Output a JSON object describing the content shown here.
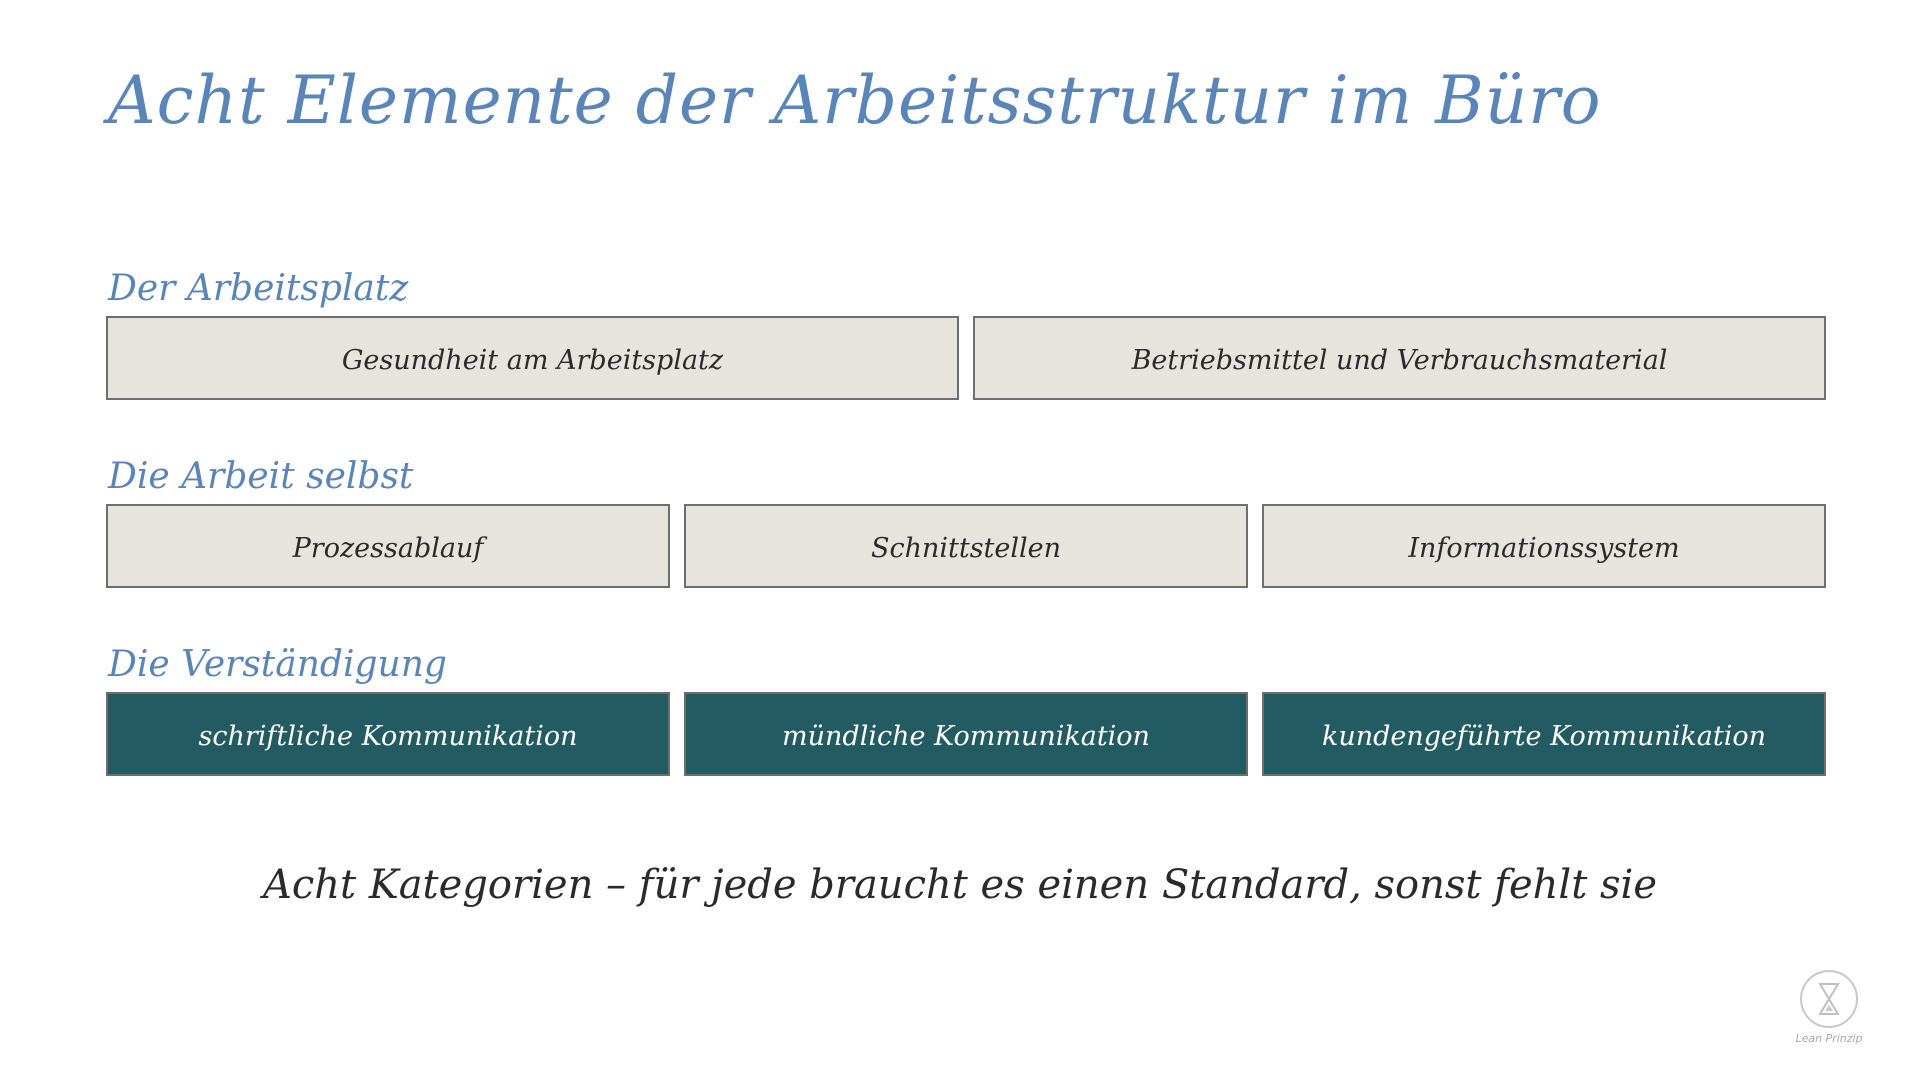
{
  "title": "Acht Elemente der Arbeitsstruktur im Büro",
  "sections": [
    {
      "label": "Der Arbeitsplatz",
      "items": [
        "Gesundheit am Arbeitsplatz",
        "Betriebsmittel und Verbrauchsmaterial"
      ]
    },
    {
      "label": "Die Arbeit selbst",
      "items": [
        "Prozessablauf",
        "Schnittstellen",
        "Informationssystem"
      ]
    },
    {
      "label": "Die Verständigung",
      "items": [
        "schriftliche Kommunikation",
        "mündliche Kommunikation",
        "kundengeführte Kommunikation"
      ]
    }
  ],
  "summary": "Acht Kategorien – für jede braucht es einen Standard, sonst fehlt sie",
  "logo": {
    "text": "Lean Prinzip",
    "icon": "hourglass-icon"
  },
  "colors": {
    "heading": "#5a85b8",
    "box_light": "#e7e4de",
    "box_dark": "#225c62",
    "box_border": "#6e6e6e"
  }
}
